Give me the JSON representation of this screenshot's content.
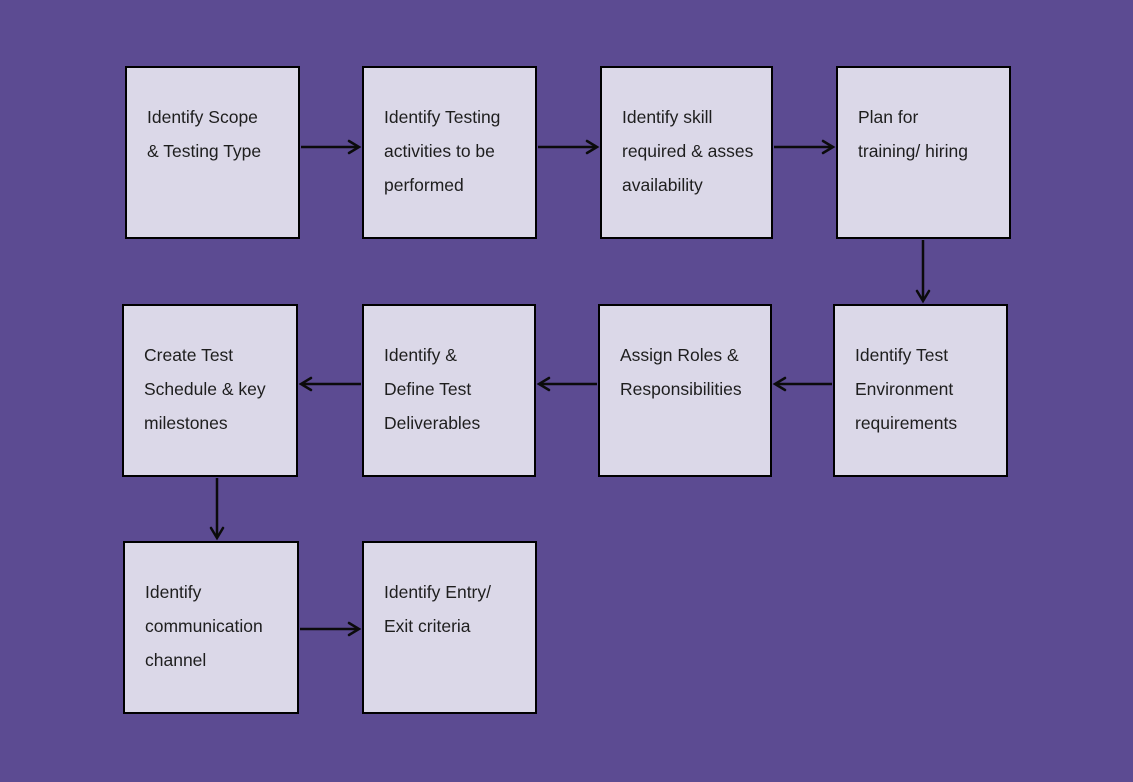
{
  "diagram": {
    "nodes": [
      {
        "id": "identify-scope",
        "label": "Identify Scope\n& Testing Type"
      },
      {
        "id": "identify-activities",
        "label": "Identify Testing\nactivities to be\nperformed"
      },
      {
        "id": "identify-skill",
        "label": "Identify skill\nrequired & asses\navailability"
      },
      {
        "id": "plan-training",
        "label": "Plan for\ntraining/ hiring"
      },
      {
        "id": "identify-environment",
        "label": "Identify Test\nEnvironment\nrequirements"
      },
      {
        "id": "assign-roles",
        "label": "Assign Roles &\nResponsibilities"
      },
      {
        "id": "define-deliverables",
        "label": "Identify &\nDefine Test\nDeliverables"
      },
      {
        "id": "create-schedule",
        "label": "Create Test\nSchedule & key\nmilestones"
      },
      {
        "id": "identify-communication",
        "label": "Identify\ncommunication\nchannel"
      },
      {
        "id": "identify-criteria",
        "label": "Identify Entry/\nExit criteria"
      }
    ],
    "edges": [
      {
        "from": "identify-scope",
        "to": "identify-activities",
        "direction": "right"
      },
      {
        "from": "identify-activities",
        "to": "identify-skill",
        "direction": "right"
      },
      {
        "from": "identify-skill",
        "to": "plan-training",
        "direction": "right"
      },
      {
        "from": "plan-training",
        "to": "identify-environment",
        "direction": "down"
      },
      {
        "from": "identify-environment",
        "to": "assign-roles",
        "direction": "left"
      },
      {
        "from": "assign-roles",
        "to": "define-deliverables",
        "direction": "left"
      },
      {
        "from": "define-deliverables",
        "to": "create-schedule",
        "direction": "left"
      },
      {
        "from": "create-schedule",
        "to": "identify-communication",
        "direction": "down"
      },
      {
        "from": "identify-communication",
        "to": "identify-criteria",
        "direction": "right"
      }
    ]
  },
  "colors": {
    "background": "#5c4b92",
    "node_fill": "#dbd8e8",
    "node_border": "#000000",
    "arrow": "#0b0b0b",
    "text": "#1e1e1e"
  }
}
